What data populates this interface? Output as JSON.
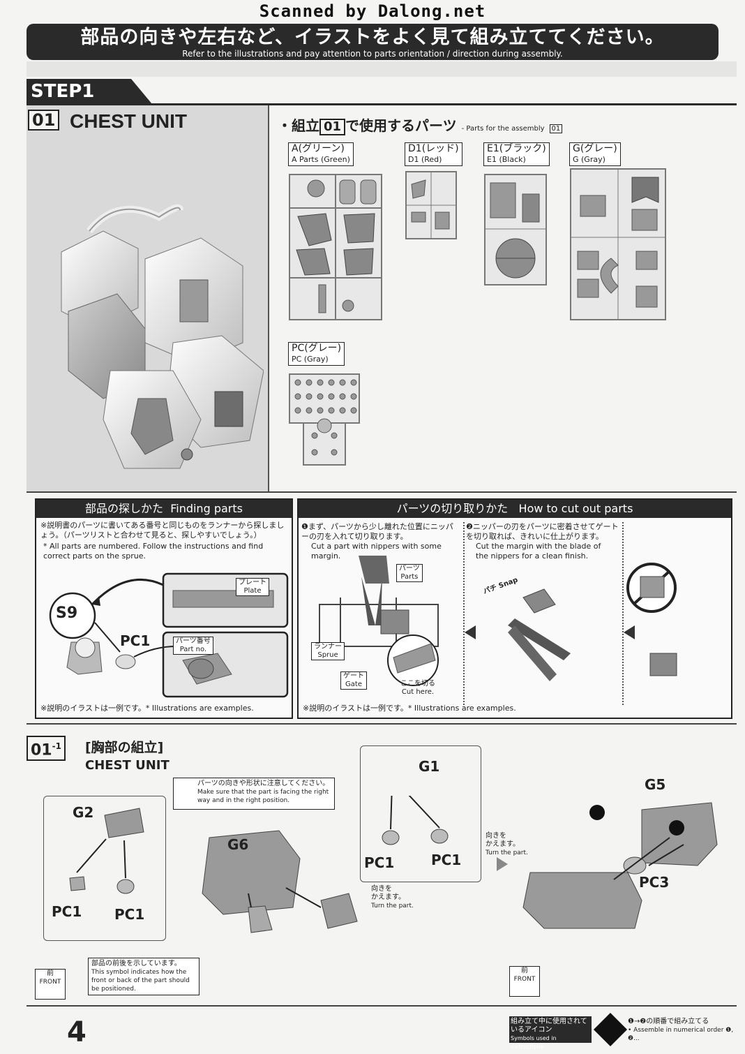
{
  "header": {
    "scanned": "Scanned by Dalong.net",
    "title_jp": "部品の向きや左右など、イラストをよく見て組み立ててください。",
    "title_en": "Refer to the illustrations and pay attention to parts orientation / direction during assembly."
  },
  "step": {
    "label": "STEP1",
    "section_number": "01",
    "section_title": "CHEST UNIT"
  },
  "parts_list": {
    "prefix": "・組立",
    "number": "01",
    "suffix": "で使用するパーツ",
    "en": "- Parts for the assembly",
    "en_number": "01",
    "runners": [
      {
        "label": "A(グリーン)",
        "sub": "A Parts (Green)"
      },
      {
        "label": "D1(レッド)",
        "sub": "D1 (Red)"
      },
      {
        "label": "E1(ブラック)",
        "sub": "E1 (Black)"
      },
      {
        "label": "G(グレー)",
        "sub": "G (Gray)"
      },
      {
        "label": "PC(グレー)",
        "sub": "PC (Gray)"
      }
    ]
  },
  "finding_parts": {
    "title_jp": "部品の探しかた",
    "title_en": "Finding parts",
    "note_jp": "※説明書のパーツに書いてある番号と同じものをランナーから探しましょう。（パーツリストと合わせて見ると、探しやすいでしょう。）",
    "note_en": "* All parts are numbered. Follow the instructions and find correct parts on the sprue.",
    "s_label": "S9",
    "pc_label": "PC1",
    "plate_jp": "プレート",
    "plate_en": "Plate",
    "partno_jp": "パーツ番号",
    "partno_en": "Part no.",
    "footer": "※説明のイラストは一例です。* Illustrations are examples."
  },
  "cutting": {
    "title_jp": "パーツの切り取りかた",
    "title_en": "How to cut out parts",
    "step1_jp": "❶まず、パーツから少し離れた位置にニッパーの刃を入れて切り取ります。",
    "step1_en": "Cut a part with nippers with some margin.",
    "step2_jp": "❷ニッパーの刃をパーツに密着させてゲートを切り取れば、きれいに仕上がります。",
    "step2_en": "Cut the margin with the blade of the nippers for a clean finish.",
    "parts_jp": "パーツ",
    "parts_en": "Parts",
    "sprue_jp": "ランナー",
    "sprue_en": "Sprue",
    "gate_jp": "ゲート",
    "gate_en": "Gate",
    "cut_jp": "ここを切る",
    "cut_en": "Cut here.",
    "snap_jp": "パチ",
    "snap_en": "Snap",
    "footer": "※説明のイラストは一例です。* Illustrations are examples."
  },
  "assembly": {
    "number": "01",
    "sub": "-1",
    "title_jp": "[胸部の組立]",
    "title_en": "CHEST UNIT",
    "note_jp": "パーツの向きや形状に注意してください。",
    "note_en": "Make sure that the part is facing the right way and in the right position.",
    "turn_jp": "向きを\nかえます。",
    "turn_en": "Turn the part.",
    "labels": {
      "g2": "G2",
      "g6": "G6",
      "g1": "G1",
      "g5": "G5",
      "pc1": "PC1",
      "pc3": "PC3"
    },
    "front_jp": "前",
    "front_en": "FRONT",
    "front_note_jp": "部品の前後を示しています。",
    "front_note_en": "This symbol indicates how the front or back of the part should be positioned."
  },
  "footer": {
    "page": "4",
    "legend_jp": "組み立て中に使用されているアイコン",
    "legend_en": "Symbols used in instructions",
    "order_jp": "❶→❷の順番で組み立てる",
    "order_en": "• Assemble in numerical order ❶, ❷..."
  },
  "colors": {
    "dark": "#2a2a2a",
    "panel_gray": "#d9d9d9",
    "part_gray": "#9a9a9a"
  }
}
